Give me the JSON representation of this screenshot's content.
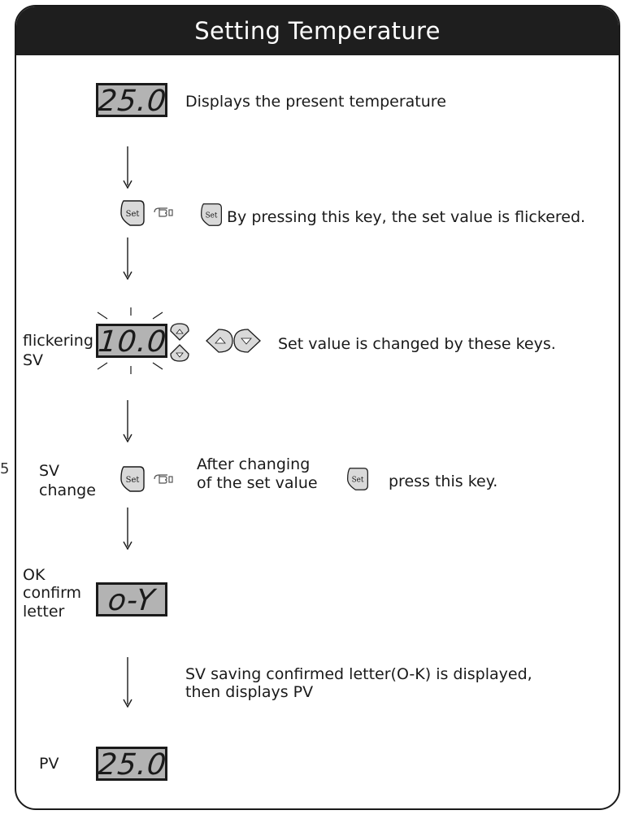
{
  "header": {
    "title": "Setting Temperature"
  },
  "margin_number": "5",
  "step1": {
    "display": "25.0",
    "description": "Displays the present temperature"
  },
  "step2": {
    "key_label": "Set",
    "description": "By pressing this key, the set value is flickered."
  },
  "step3": {
    "label_line1": "flickering",
    "label_line2": "SV",
    "display": "10.0",
    "description": "Set value is changed by these keys."
  },
  "step4": {
    "label_line1": "SV",
    "label_line2": "change",
    "key_label": "Set",
    "description_line1": "After changing",
    "description_line2": "of the set value",
    "description_tail": "press this key."
  },
  "step5": {
    "label_line1": "OK",
    "label_line2": "confirm",
    "label_line3": "letter",
    "display": "o-Y"
  },
  "step6": {
    "description_line1": "SV saving confirmed letter(O-K) is displayed,",
    "description_line2": "then displays PV"
  },
  "step7": {
    "label": "PV",
    "display": "25.0"
  },
  "colors": {
    "header_bg": "#1e1e1e",
    "lcd_bg": "#b3b3b3",
    "key_fill": "#d9d9d9"
  }
}
